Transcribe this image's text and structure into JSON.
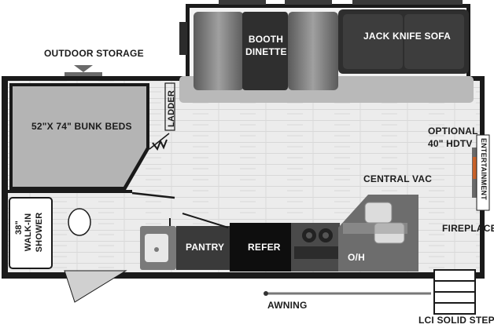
{
  "labels": {
    "outdoor_storage": "OUTDOOR STORAGE",
    "booth_dinette_1": "BOOTH",
    "booth_dinette_2": "DINETTE",
    "jack_knife_sofa": "JACK KNIFE SOFA",
    "bunk_beds": "52\"X 74\" BUNK BEDS",
    "ladder": "LADDER",
    "optional_tv_1": "OPTIONAL",
    "optional_tv_2": "40\" HDTV",
    "entertainment": "ENTERTAINMENT",
    "central_vac": "CENTRAL VAC",
    "fireplace": "FIREPLACE",
    "shower_1": "38\"",
    "shower_2": "WALK-IN",
    "shower_3": "SHOWER",
    "pantry": "PANTRY",
    "refer": "REFER",
    "overhead": "O/H",
    "awning": "AWNING",
    "step": "LCI SOLID STEP"
  },
  "colors": {
    "floor": "#e9e9e9",
    "wall": "#1a1a1a",
    "upholstery": "#3a3a3a",
    "cushion": "#8a8a8a",
    "counter": "#6d6d6d",
    "bunk": "#b0b0b0"
  }
}
